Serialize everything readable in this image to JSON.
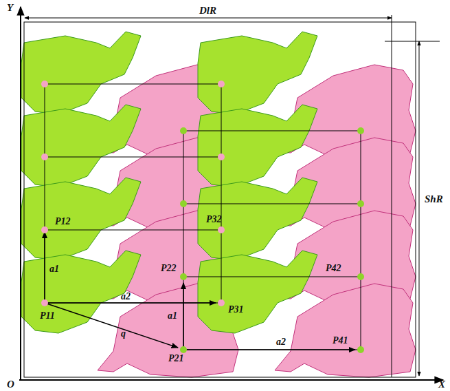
{
  "diagram": {
    "labels": [
      "Y",
      "X",
      "O",
      "DlR",
      "ShR",
      "P12",
      "a1",
      "P11",
      "a2",
      "q",
      "P21",
      "P22",
      "a1",
      "P31",
      "P32",
      "P41",
      "P42",
      "a2"
    ]
  }
}
